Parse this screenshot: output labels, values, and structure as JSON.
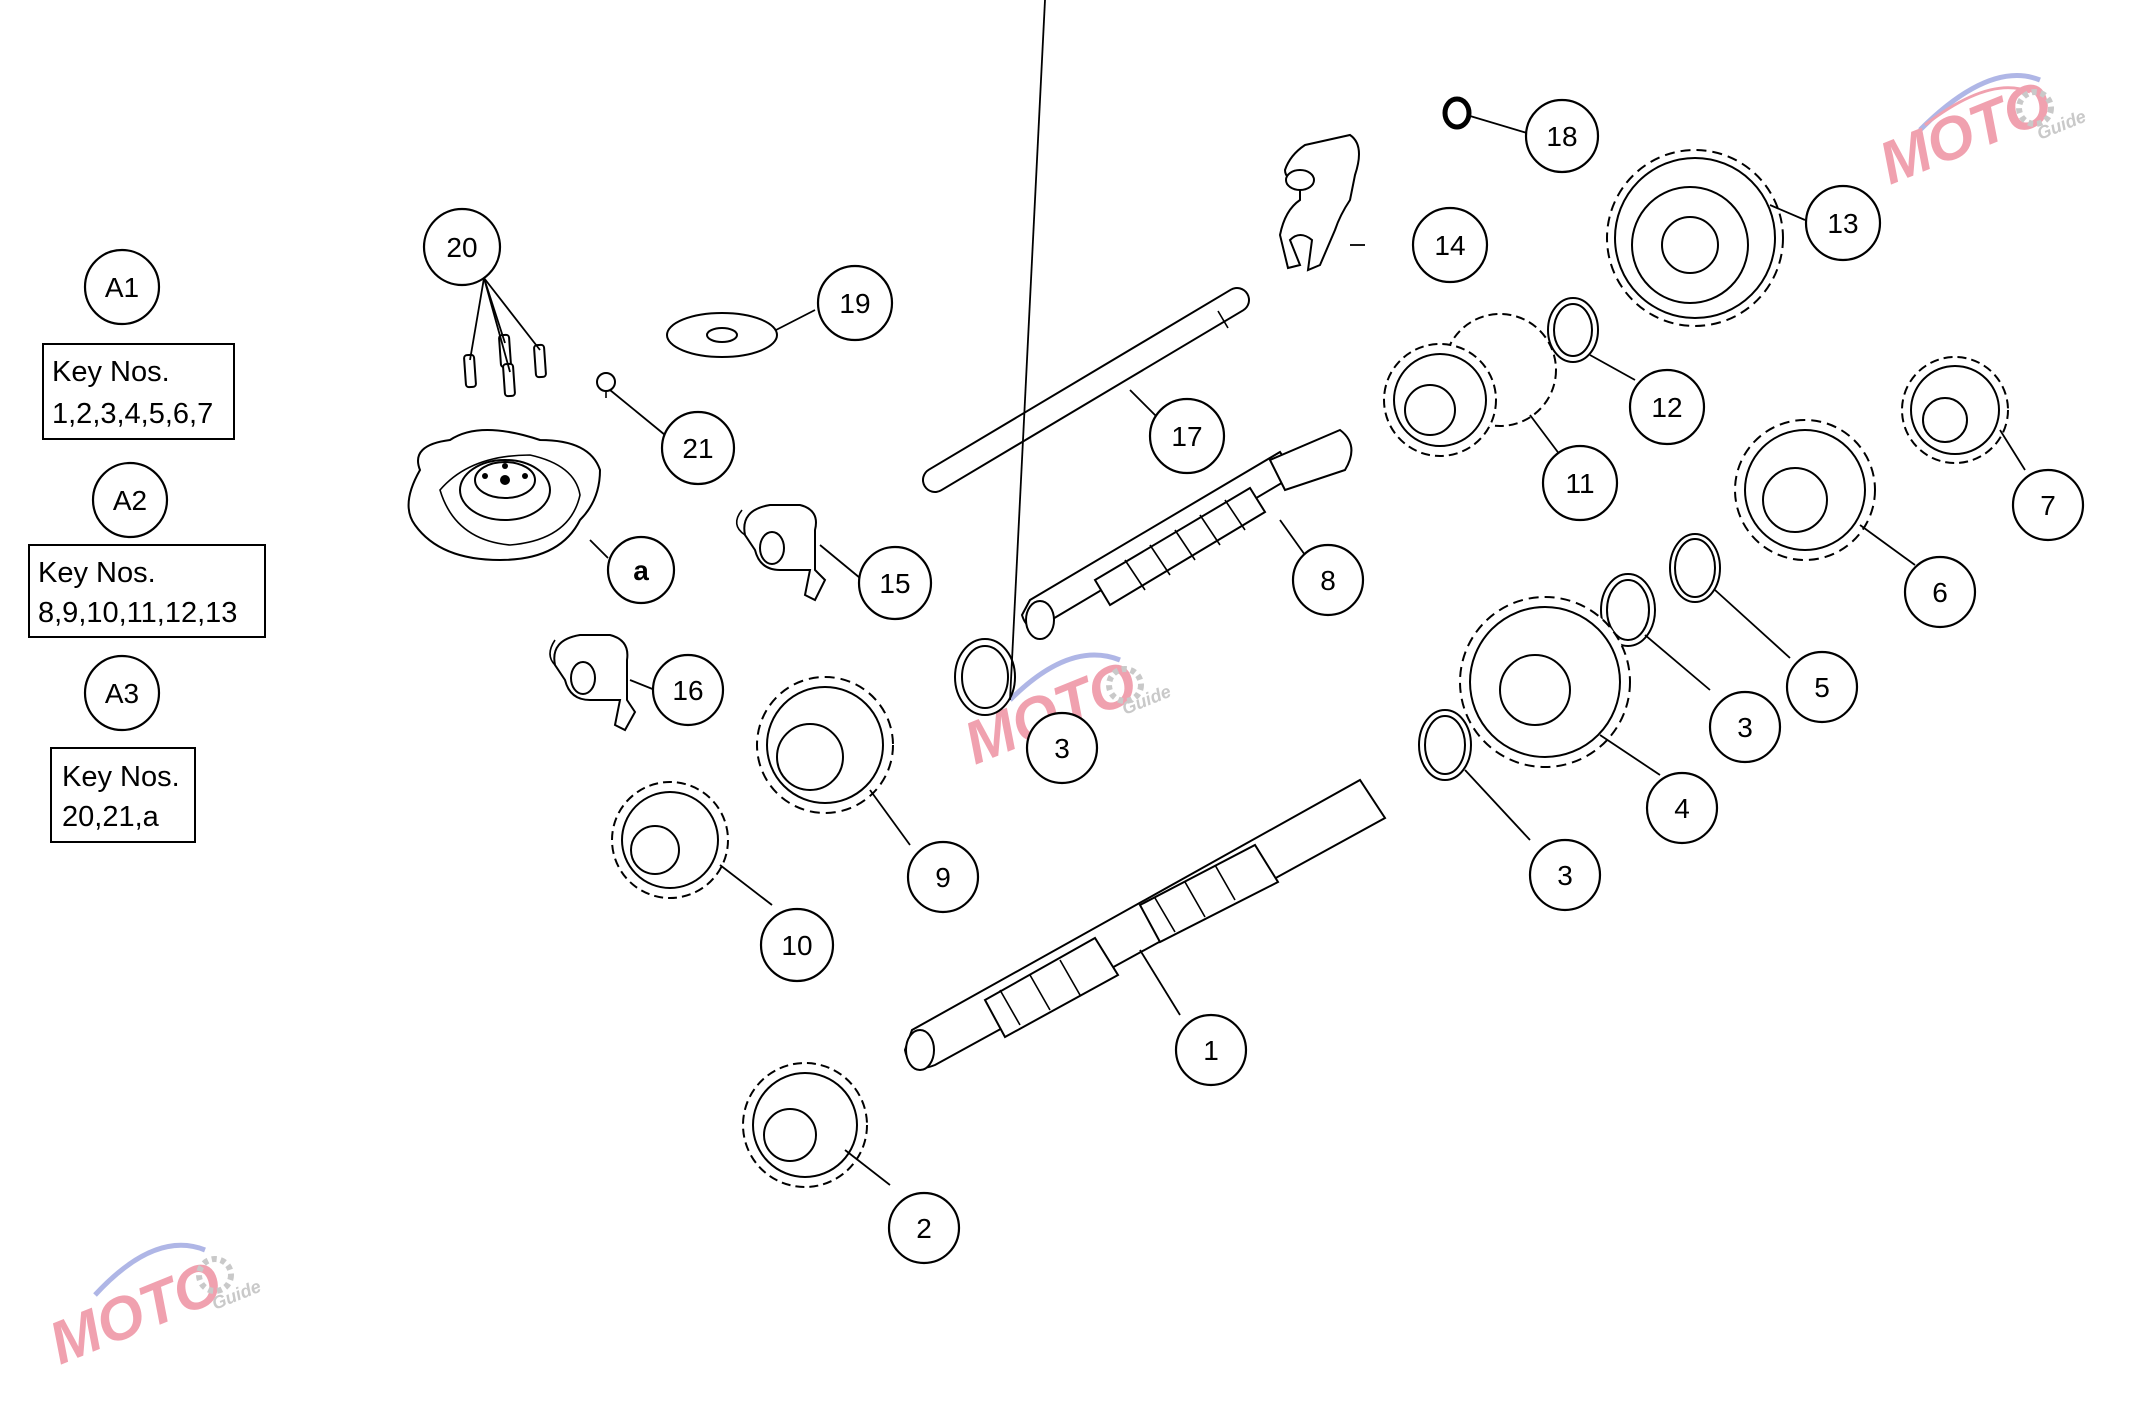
{
  "callouts": {
    "c1": "1",
    "c2": "2",
    "c3a": "3",
    "c3b": "3",
    "c3c": "3",
    "c4": "4",
    "c5": "5",
    "c6": "6",
    "c7": "7",
    "c8": "8",
    "c9": "9",
    "c10": "10",
    "c11": "11",
    "c12": "12",
    "c13": "13",
    "c14": "14",
    "c15": "15",
    "c16": "16",
    "c17": "17",
    "c18": "18",
    "c19": "19",
    "c20": "20",
    "c21": "21",
    "ca": "a"
  },
  "groups": {
    "a1": {
      "label": "A1",
      "line1": "Key Nos.",
      "line2": "1,2,3,4,5,6,7"
    },
    "a2": {
      "label": "A2",
      "line1": "Key Nos.",
      "line2": "8,9,10,11,12,13"
    },
    "a3": {
      "label": "A3",
      "line1": "Key Nos.",
      "line2": "20,21,a"
    }
  },
  "watermark": {
    "logo": "MOTO",
    "sub": "Guide"
  },
  "colors": {
    "line": "#000000",
    "watermark_red": "#e03050",
    "watermark_blue": "#5060c8",
    "watermark_grey": "#888888"
  }
}
